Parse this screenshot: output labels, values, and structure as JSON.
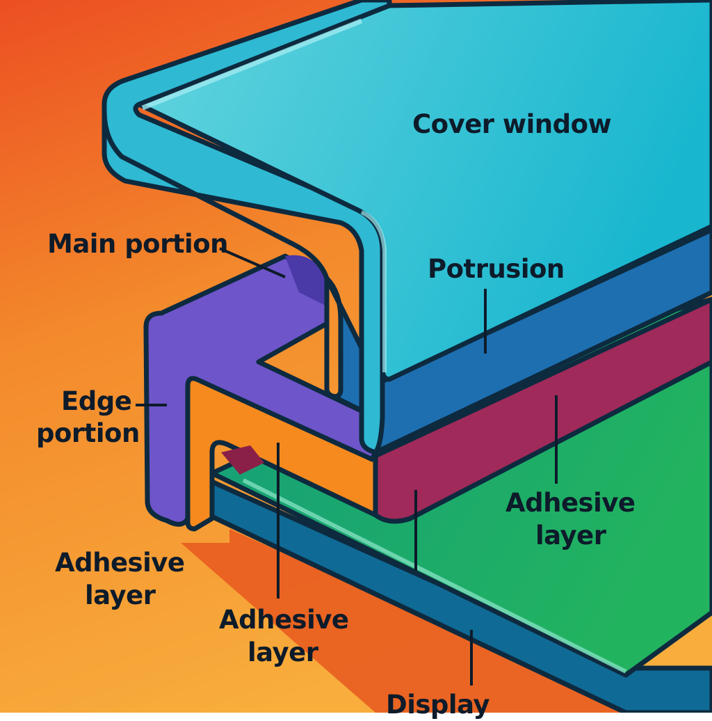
{
  "labels": {
    "cover_window": "Cover window",
    "main_portion": "Main portion",
    "protrusion": "Potrusion",
    "edge_portion_line1": "Edge",
    "edge_portion_line2": "portion",
    "adhesive_right_line1": "Adhesive",
    "adhesive_right_line2": "layer",
    "adhesive_left_line1": "Adhesive",
    "adhesive_left_line2": "layer",
    "adhesive_center_line1": "Adhesive",
    "adhesive_center_line2": "layer",
    "display": "Display"
  },
  "colors": {
    "background_top": "#ef5a25",
    "background_bottom": "#f7a93a",
    "cover_window_top": "#5bd0dc",
    "cover_window_side": "#1e6fb0",
    "main_portion_purple": "#6e55c9",
    "adhesive_orange": "#f68a1e",
    "adhesive_magenta": "#a02a5a",
    "display_green": "#1aa56e",
    "display_side": "#10699a",
    "outline": "#0d2a3f"
  }
}
